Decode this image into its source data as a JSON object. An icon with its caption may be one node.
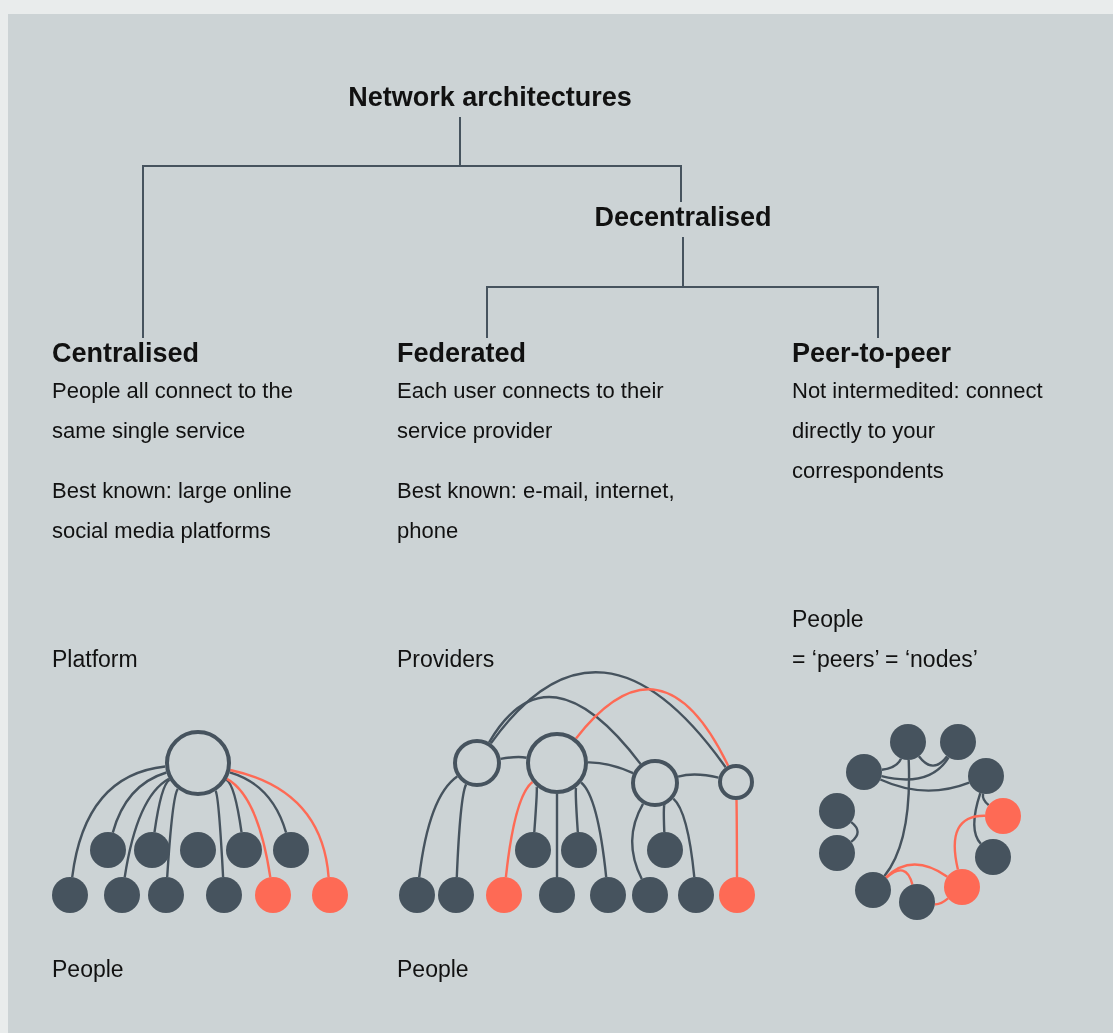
{
  "diagram": {
    "nodes": [
      {
        "text": [
          "Network architectures"
        ]
      },
      {
        "text": [
          "Decentralised"
        ]
      },
      {
        "text": [
          "Centralised",
          "People all connect to the same single service",
          "Best known: large online social media platforms"
        ]
      },
      {
        "text": [
          "Federated",
          "Each user connects to their service provider",
          "Best known: e-mail, internet, phone"
        ]
      },
      {
        "text": [
          "Peer-to-peer",
          "Not intermedited: connect directly to your correspondents"
        ]
      },
      {
        "text": [],
        "shape": "circle"
      },
      {
        "text": [],
        "shape": "circle"
      },
      {
        "text": [],
        "shape": "circle"
      },
      {
        "text": [],
        "shape": "circle"
      },
      {
        "text": [],
        "shape": "circle"
      },
      {
        "text": [],
        "shape": "circle"
      },
      {
        "text": [],
        "shape": "circle"
      },
      {
        "text": [],
        "shape": "circle"
      },
      {
        "text": [],
        "shape": "circle"
      },
      {
        "text": [],
        "shape": "circle"
      },
      {
        "text": [],
        "shape": "circle"
      },
      {
        "text": [],
        "shape": "circle"
      },
      {
        "text": [],
        "shape": "circle"
      },
      {
        "text": [],
        "shape": "circle"
      },
      {
        "text": [],
        "shape": "circle"
      },
      {
        "text": [],
        "shape": "circle"
      },
      {
        "text": [],
        "shape": "circle"
      },
      {
        "text": [],
        "shape": "circle"
      },
      {
        "text": [],
        "shape": "circle"
      },
      {
        "text": [],
        "shape": "circle"
      },
      {
        "text": [],
        "shape": "circle"
      },
      {
        "text": [],
        "shape": "circle"
      },
      {
        "text": [],
        "shape": "circle"
      },
      {
        "text": [],
        "shape": "circle"
      },
      {
        "text": [],
        "shape": "circle"
      },
      {
        "text": [],
        "shape": "circle"
      },
      {
        "text": [],
        "shape": "circle"
      },
      {
        "text": [],
        "shape": "circle"
      },
      {
        "text": [],
        "shape": "circle"
      },
      {
        "text": [],
        "shape": "circle"
      },
      {
        "text": [],
        "shape": "circle"
      },
      {
        "text": [],
        "shape": "circle"
      },
      {
        "text": [],
        "shape": "circle"
      },
      {
        "text": [],
        "shape": "circle"
      },
      {
        "text": [],
        "shape": "circle"
      },
      {
        "text": [],
        "shape": "circle"
      },
      {
        "text": [],
        "shape": "circle"
      },
      {
        "text": [],
        "shape": "circle"
      }
    ],
    "edges": [
      {
        "from": 0,
        "to": 2,
        "arrow": "none"
      },
      {
        "from": 0,
        "to": 1,
        "arrow": "none"
      },
      {
        "from": 1,
        "to": 3,
        "arrow": "none"
      },
      {
        "from": 1,
        "to": 4,
        "arrow": "none"
      },
      {
        "from": 5,
        "to": 11,
        "arrow": "none"
      },
      {
        "from": 5,
        "to": 6,
        "arrow": "none"
      },
      {
        "from": 5,
        "to": 12,
        "arrow": "none"
      },
      {
        "from": 5,
        "to": 7,
        "arrow": "none"
      },
      {
        "from": 5,
        "to": 13,
        "arrow": "none"
      },
      {
        "from": 5,
        "to": 14,
        "arrow": "none"
      },
      {
        "from": 5,
        "to": 9,
        "arrow": "none"
      },
      {
        "from": 5,
        "to": 15,
        "arrow": "none",
        "color": "#fe6a55"
      },
      {
        "from": 5,
        "to": 10,
        "arrow": "none"
      },
      {
        "from": 5,
        "to": 16,
        "arrow": "none",
        "color": "#fe6a55"
      },
      {
        "from": 17,
        "to": 24,
        "arrow": "none"
      },
      {
        "from": 17,
        "to": 25,
        "arrow": "none"
      },
      {
        "from": 18,
        "to": 26,
        "arrow": "none",
        "color": "#fe6a55"
      },
      {
        "from": 18,
        "to": 21,
        "arrow": "none"
      },
      {
        "from": 18,
        "to": 27,
        "arrow": "none"
      },
      {
        "from": 18,
        "to": 22,
        "arrow": "none"
      },
      {
        "from": 18,
        "to": 28,
        "arrow": "none"
      },
      {
        "from": 19,
        "to": 29,
        "arrow": "none"
      },
      {
        "from": 19,
        "to": 23,
        "arrow": "none"
      },
      {
        "from": 19,
        "to": 30,
        "arrow": "none"
      },
      {
        "from": 20,
        "to": 31,
        "arrow": "none",
        "color": "#fe6a55"
      },
      {
        "from": 17,
        "to": 18,
        "arrow": "none"
      },
      {
        "from": 18,
        "to": 19,
        "arrow": "none"
      },
      {
        "from": 19,
        "to": 20,
        "arrow": "none"
      },
      {
        "from": 17,
        "to": 19,
        "arrow": "none"
      },
      {
        "from": 17,
        "to": 20,
        "arrow": "none"
      },
      {
        "from": 18,
        "to": 20,
        "arrow": "none",
        "color": "#fe6a55"
      },
      {
        "from": 32,
        "to": 33,
        "arrow": "none"
      },
      {
        "from": 34,
        "to": 32,
        "arrow": "none"
      },
      {
        "from": 34,
        "to": 33,
        "arrow": "none"
      },
      {
        "from": 34,
        "to": 35,
        "arrow": "none"
      },
      {
        "from": 32,
        "to": 40,
        "arrow": "none"
      },
      {
        "from": 36,
        "to": 38,
        "arrow": "none"
      },
      {
        "from": 35,
        "to": 37,
        "arrow": "none"
      },
      {
        "from": 35,
        "to": 39,
        "arrow": "none"
      },
      {
        "from": 37,
        "to": 41,
        "arrow": "none",
        "color": "#fe6a55"
      },
      {
        "from": 40,
        "to": 41,
        "arrow": "none",
        "color": "#fe6a55"
      },
      {
        "from": 40,
        "to": 42,
        "arrow": "none",
        "color": "#fe6a55"
      },
      {
        "from": 42,
        "to": 41,
        "arrow": "none",
        "color": "#fe6a55"
      }
    ],
    "labels": [
      "Platform",
      "Providers",
      "People",
      "= ‘peers’ = ‘nodes’",
      "People",
      "People"
    ]
  }
}
